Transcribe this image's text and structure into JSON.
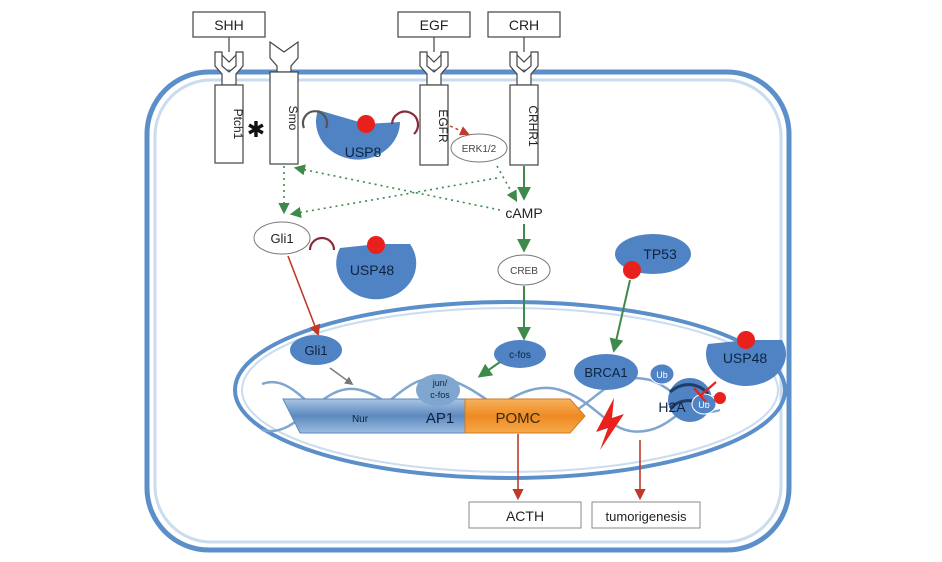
{
  "labels": {
    "shh": "SHH",
    "egf": "EGF",
    "crh": "CRH",
    "ptch1": "Ptch1",
    "smo": "Smo",
    "egfr": "EGFR",
    "crhr1": "CRHR1",
    "usp8": "USP8",
    "erk": "ERK1/2",
    "camp": "cAMP",
    "gli1_cyto": "Gli1",
    "usp48_cyto": "USP48",
    "creb": "CREB",
    "tp53": "TP53",
    "gli1_nuc": "Gli1",
    "cfos": "c-fos",
    "brca1": "BRCA1",
    "usp48_nuc": "USP48",
    "ub1": "Ub",
    "ub2": "Ub",
    "h2a": "H2A",
    "junfos_1": "jun/",
    "junfos_2": "c-fos",
    "nur": "Nur",
    "ap1": "AP1",
    "pomc": "POMC",
    "acth": "ACTH",
    "tumorigenesis": "tumorigenesis",
    "inhibit_symbol": "✱"
  },
  "colors": {
    "membrane": "#5b8fc9",
    "membrane_light": "#c9dcf0",
    "protein": "#4f83c4",
    "protein_dark": "#3a6aa6",
    "red_dot": "#e8211c",
    "green_arrow": "#3d8a4a",
    "red_arrow": "#c0392b",
    "pomc": "#ef8d2b",
    "dna": "#7fa6cf"
  }
}
